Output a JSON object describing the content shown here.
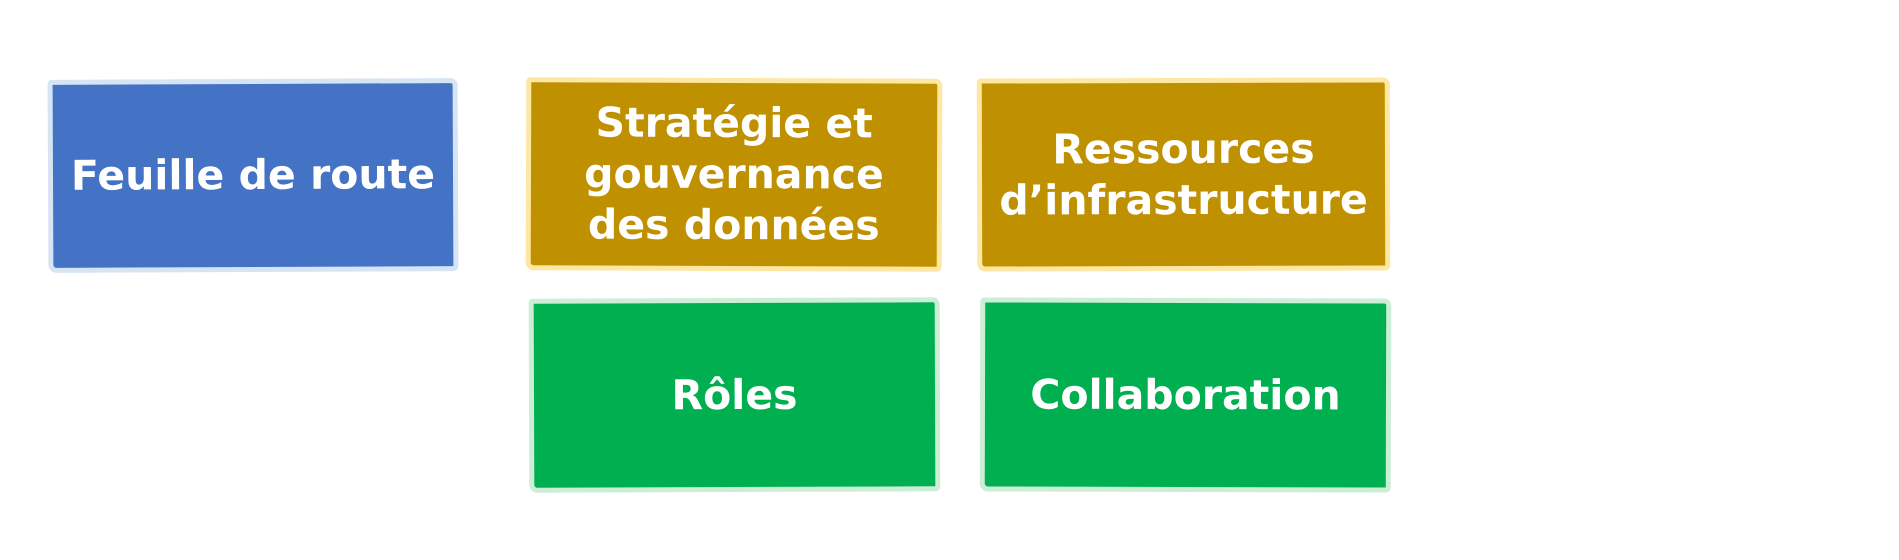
{
  "diagram": {
    "cards": {
      "roadmap": {
        "text": "Feuille de route",
        "color": "#4472c4"
      },
      "strategy": {
        "text": "Stratégie et gouvernance des données",
        "color": "#bf9000"
      },
      "infrastructure": {
        "text": "Ressources d’infrastructure",
        "color": "#bf9000"
      },
      "roles": {
        "text": "Rôles",
        "color": "#00b050"
      },
      "collaboration": {
        "text": "Collaboration",
        "color": "#00b050"
      }
    }
  }
}
